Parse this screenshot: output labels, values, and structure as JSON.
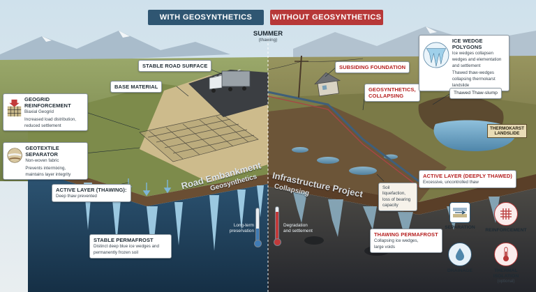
{
  "header": {
    "left_label": "WITH GEOSYNTHETICS",
    "right_label": "WITHOUT GEOSYNTHETICS"
  },
  "season": {
    "title": "SUMMER",
    "subtitle": "(thawing)"
  },
  "left": {
    "stable_road": "STABLE ROAD SURFACE",
    "base_material": "BASE MATERIAL",
    "geogrid": {
      "title": "GEOGRID REINFORCEMENT",
      "line1": "Biaxial Geogrid",
      "line2": "Increased load distribution,",
      "line3": "reduced settlement"
    },
    "geotextile": {
      "title": "GEOTEXTILE SEPARATOR",
      "line1": "Non-woven fabric",
      "line2": "Prevents intermixing,",
      "line3": "maintains layer integrity"
    },
    "active_layer": {
      "title": "ACTIVE LAYER (Thawing):",
      "line1": "Deep thaw prevented"
    },
    "permafrost": {
      "title": "STABLE PERMAFROST",
      "line1": "Distinct deep blue ice wedges and",
      "line2": "permanently frozen soil"
    },
    "embankment_title": "Road Embankment",
    "embankment_sub": "Geosynthetics",
    "thermo_note_1": "Long-term",
    "thermo_note_2": "preservation"
  },
  "right": {
    "subsiding": "SUBSIDING FOUNDATION",
    "collapsing": {
      "title1": "GEOSYNTHETICS,",
      "title2": "COLLAPSING"
    },
    "ice_wedge": {
      "title": "ICE WEDGE POLYGONS",
      "line1": "Ice wedges collapsen",
      "line2": "wedges and elementation",
      "line3": "and settlement",
      "line4": "Thawed thaw-wedges",
      "line5": "collapsing thermokarst",
      "line6": "landslide"
    },
    "thaw_slump": "Thawed Thaw-slump",
    "thermokarst_1": "THERMOKARST",
    "thermokarst_2": "LANDSLIDE",
    "project_title": "Infrastructure Project",
    "project_sub": "Collapsing",
    "liquefaction": {
      "line1": "Soil liquefaction,",
      "line2": "loss of bearing",
      "line3": "capacity"
    },
    "active_layer": {
      "title": "ACTIVE LAYER (Deeply Thawed)",
      "line1": "Excessive, uncontrolled thaw"
    },
    "thawing_permafrost": {
      "title": "THAWING PERMAFROST",
      "line1": "Collapsing ice wedges,",
      "line2": "large voids"
    },
    "thermo_note_1": "Degradation",
    "thermo_note_2": "and settlement"
  },
  "legend": {
    "separation": "SEPARATION",
    "reinforcement": "REINFORCEMENT",
    "drainage": "DRAINAGE",
    "thermal_1": "THERMAL",
    "thermal_2": "ISOLATION",
    "thermal_3": "(optional)"
  },
  "colors": {
    "left_header": "#2f5672",
    "right_header": "#b73838",
    "ice": "#9fd0ea",
    "permafrost_left": "#1f4763",
    "permafrost_right": "#3a3f4a"
  }
}
